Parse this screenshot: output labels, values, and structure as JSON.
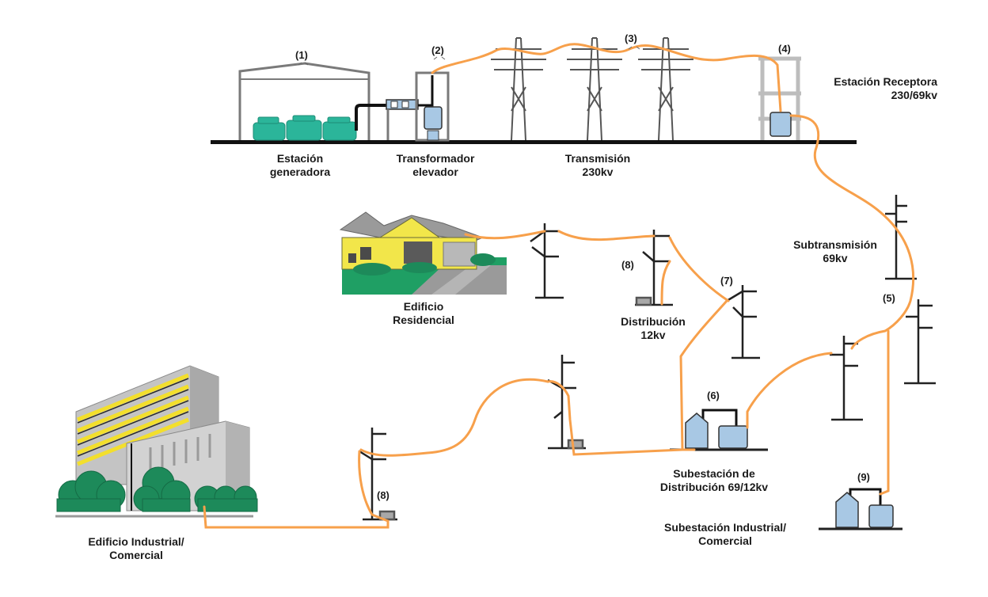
{
  "labels": {
    "n1": "(1)",
    "n2": "(2)",
    "n3": "(3)",
    "n4": "(4)",
    "n5": "(5)",
    "n6": "(6)",
    "n7": "(7)",
    "n8a": "(8)",
    "n8b": "(8)",
    "n9": "(9)",
    "gen": [
      "Estación",
      "generadora"
    ],
    "trafo": [
      "Transformador",
      "elevador"
    ],
    "trans": [
      "Transmisión",
      "230kv"
    ],
    "receptora": [
      "Estación Receptora",
      "230/69kv"
    ],
    "subtrans": [
      "Subtransmisión",
      "69kv"
    ],
    "residencial": [
      "Edificio",
      "Residencial"
    ],
    "distrib": [
      "Distribución",
      "12kv"
    ],
    "subdist": [
      "Subestación de",
      "Distribución 69/12kv"
    ],
    "subind": [
      "Subestación Industrial/",
      "Comercial"
    ],
    "industrial": [
      "Edificio Industrial/",
      "Comercial"
    ]
  },
  "colors": {
    "line": "#f7a04b",
    "generator": "#2bb59a",
    "equipment": "#a8c8e4",
    "ground": "#111111",
    "tower": "#555555",
    "house_wall": "#f2e64a",
    "lawn": "#1f9f64",
    "roof": "#9a9a9a",
    "building": "#c4c4c4",
    "stripes": "#f3df2c",
    "trees": "#1d8a5a"
  },
  "icons": [
    "generator-icon",
    "transformer-icon",
    "tower-icon",
    "pole-icon",
    "house-icon",
    "building-icon",
    "tree-icon"
  ]
}
